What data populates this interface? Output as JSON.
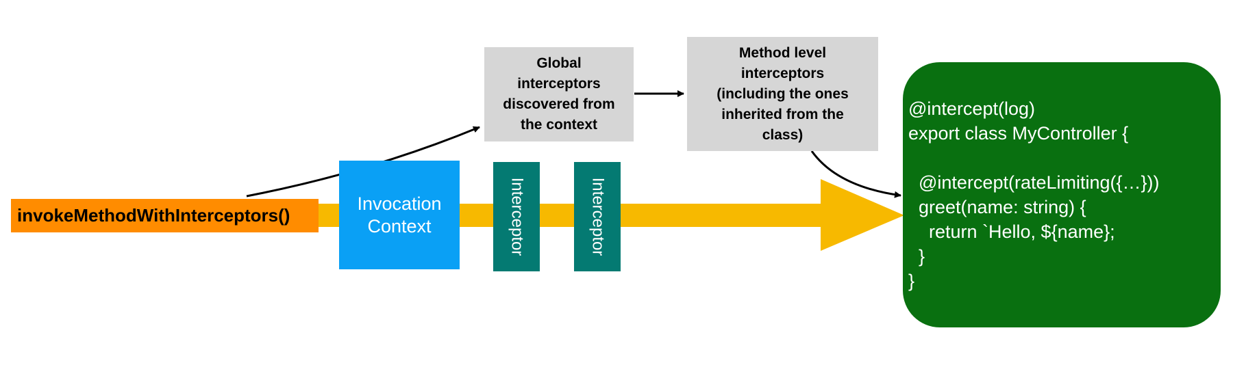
{
  "entry_point": {
    "label": "invokeMethodWithInterceptors()"
  },
  "invocation_context": {
    "line1": "Invocation",
    "line2": "Context"
  },
  "interceptors": [
    {
      "label": "Interceptor"
    },
    {
      "label": "Interceptor"
    }
  ],
  "global_interceptors": {
    "label": "Global\ninterceptors\ndiscovered from\nthe context"
  },
  "method_interceptors": {
    "label": "Method level\ninterceptors\n(including the ones\ninherited from the\nclass)"
  },
  "code": {
    "text": "@intercept(log)\nexport class MyController {\n\n  @intercept(rateLimiting({…}))\n  greet(name: string) {\n    return `Hello, ${name};\n  }\n}"
  },
  "colors": {
    "entry": "#ff8c00",
    "flow_arrow": "#f7b900",
    "context": "#0aa0f5",
    "interceptor": "#047a72",
    "gray_box": "#d6d6d6",
    "code_box": "#097010"
  }
}
